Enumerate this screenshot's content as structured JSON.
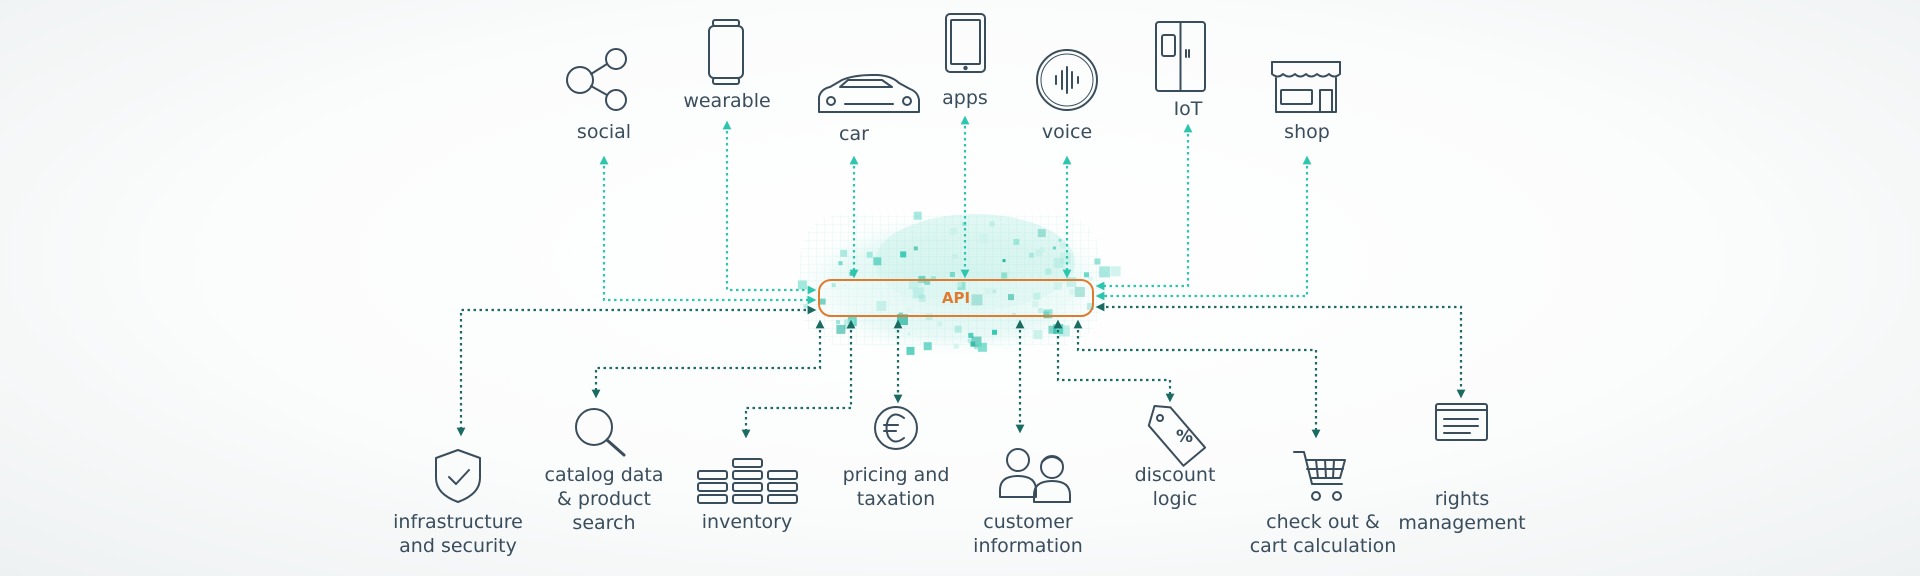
{
  "api_label": "API",
  "colors": {
    "accent_teal": "#2cc5ae",
    "dark_teal": "#1b6b63",
    "icon_stroke": "#3a4d5c",
    "api_orange": "#e07a2f"
  },
  "top_nodes": [
    {
      "id": "social",
      "label": "social",
      "icon": "share-icon"
    },
    {
      "id": "wearable",
      "label": "wearable",
      "icon": "smartwatch-icon"
    },
    {
      "id": "car",
      "label": "car",
      "icon": "car-icon"
    },
    {
      "id": "apps",
      "label": "apps",
      "icon": "tablet-icon"
    },
    {
      "id": "voice",
      "label": "voice",
      "icon": "voice-assistant-icon"
    },
    {
      "id": "iot",
      "label": "IoT",
      "icon": "fridge-icon"
    },
    {
      "id": "shop",
      "label": "shop",
      "icon": "storefront-icon"
    }
  ],
  "bottom_nodes": [
    {
      "id": "infrastructure",
      "label": "infrastructure\nand security",
      "icon": "shield-check-icon"
    },
    {
      "id": "catalog",
      "label": "catalog data\n& product\nsearch",
      "icon": "magnifier-icon"
    },
    {
      "id": "inventory",
      "label": "inventory",
      "icon": "stacked-boxes-icon"
    },
    {
      "id": "pricing",
      "label": "pricing and\ntaxation",
      "icon": "euro-coin-icon"
    },
    {
      "id": "customer",
      "label": "customer\ninformation",
      "icon": "people-icon"
    },
    {
      "id": "discount",
      "label": "discount\nlogic",
      "icon": "price-tag-icon"
    },
    {
      "id": "checkout",
      "label": "check out &\ncart calculation",
      "icon": "shopping-cart-icon"
    },
    {
      "id": "rights",
      "label": "rights\nmanagement",
      "icon": "document-card-icon"
    }
  ]
}
